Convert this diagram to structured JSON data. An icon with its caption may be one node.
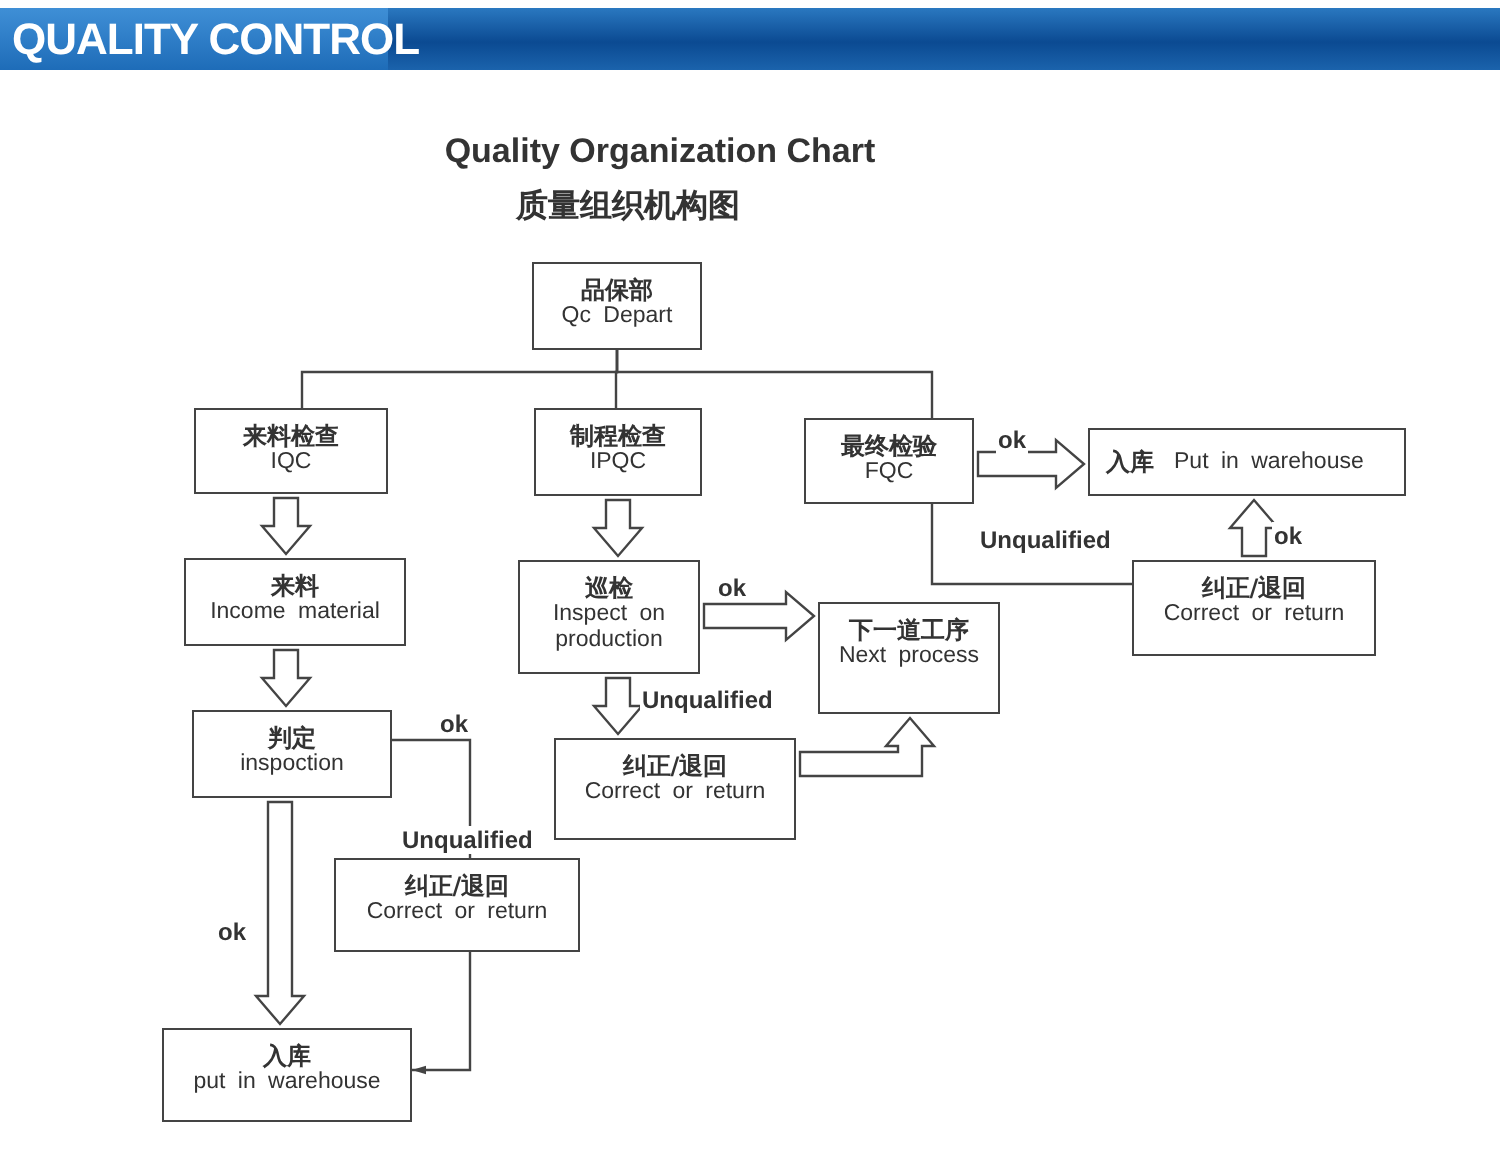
{
  "diagram": {
    "title": "Quality Organization Chart",
    "nodes": [
      {
        "text": [
          "品保部",
          "Qc Depart"
        ]
      },
      {
        "text": [
          "来料检查",
          "IQC"
        ]
      },
      {
        "text": [
          "制程检查",
          "IPQC"
        ]
      },
      {
        "text": [
          "最终检验",
          "FQC"
        ]
      },
      {
        "text": [
          "入库",
          "Put in warehouse"
        ]
      },
      {
        "text": [
          "来料",
          "Income material"
        ]
      },
      {
        "text": [
          "巡检",
          "Inspect on production"
        ]
      },
      {
        "text": [
          "纠正/退回",
          "Correct or return"
        ]
      },
      {
        "text": [
          "下一道工序",
          "Next process"
        ]
      },
      {
        "text": [
          "判定",
          "inspoction"
        ]
      },
      {
        "text": [
          "纠正/退回",
          "Correct or return"
        ]
      },
      {
        "text": [
          "纠正/退回",
          "Correct or return"
        ]
      },
      {
        "text": [
          "入库",
          "put in warehouse"
        ]
      }
    ],
    "edges": [
      {
        "from": 0,
        "to": 1,
        "arrow": "none"
      },
      {
        "from": 0,
        "to": 2,
        "arrow": "none"
      },
      {
        "from": 0,
        "to": 3,
        "arrow": "none"
      },
      {
        "from": 1,
        "to": 5,
        "arrow": "to",
        "style": "thick"
      },
      {
        "from": 5,
        "to": 9,
        "arrow": "to",
        "style": "thick"
      },
      {
        "from": 9,
        "to": 12,
        "arrow": "to",
        "style": "thick",
        "label": "ok"
      },
      {
        "from": 2,
        "to": 6,
        "arrow": "to",
        "style": "thick"
      },
      {
        "from": 6,
        "to": 8,
        "arrow": "to",
        "style": "thick",
        "label": "ok"
      },
      {
        "from": 6,
        "to": 10,
        "arrow": "to",
        "style": "thick",
        "label": "Unqualified"
      },
      {
        "from": 10,
        "to": 8,
        "arrow": "to",
        "style": "thick"
      },
      {
        "from": 3,
        "to": 4,
        "arrow": "to",
        "style": "thick",
        "label": "ok"
      },
      {
        "from": 7,
        "to": 4,
        "arrow": "to",
        "style": "thick",
        "label": "ok"
      },
      {
        "from": 3,
        "to": 7,
        "arrow": "none",
        "label": "Unqualified"
      },
      {
        "from": 9,
        "to": 11,
        "arrow": "none",
        "label": "Unqualified"
      },
      {
        "from": 11,
        "to": 12,
        "arrow": "to"
      }
    ],
    "labels": [
      "QUALITY CONTROL",
      "质量组织机构图",
      "ok"
    ]
  }
}
